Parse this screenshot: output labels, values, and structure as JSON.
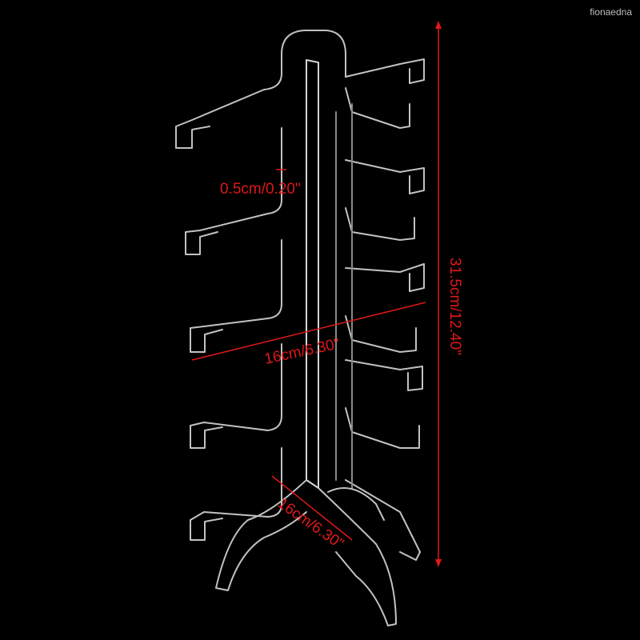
{
  "watermark": "fionaedna",
  "dimensions": {
    "tab_thickness": "0.5cm/0.20\"",
    "width": "16cm/6.30\"",
    "height": "31.5cm/12.40\"",
    "depth": "16cm/6.30\""
  },
  "colors": {
    "background": "#000000",
    "acrylic": "#d8d8d8",
    "measure": "#e01818"
  }
}
